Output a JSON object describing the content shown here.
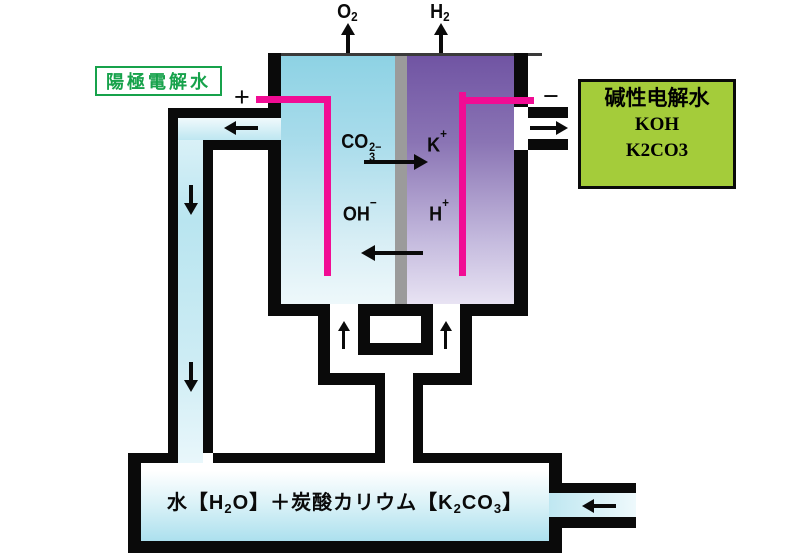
{
  "colors": {
    "electrode_pink": "#f10c94",
    "anode_label_green": "#17a24b",
    "alkaline_box_bg": "#a4cc3a",
    "anolyte_cyan_top": "#8dd2e4",
    "catholyte_purple_top": "#7054a3",
    "membrane_gray": "#9b9b9b",
    "wall_black": "#0a0a0a",
    "tank_cyan_bottom": "#ace0ee"
  },
  "gases": {
    "oxygen": {
      "base": "O",
      "sub": "2"
    },
    "hydrogen": {
      "base": "H",
      "sub": "2"
    }
  },
  "electrodes": {
    "anode_sign": "+",
    "cathode_sign": "−"
  },
  "anode_label": {
    "text": "陽極電解水"
  },
  "alkaline_box": {
    "title": "碱性电解水",
    "line2": "KOH",
    "line3": "K2CO3"
  },
  "ions": {
    "carbonate": {
      "base": "CO",
      "sub": "3",
      "sup": "2−"
    },
    "potassium": {
      "base": "K",
      "sup": "+"
    },
    "hydroxide": {
      "base": "OH",
      "sup": "−"
    },
    "hydron": {
      "base": "H",
      "sup": "+"
    }
  },
  "tank_text": {
    "p1": "水【H",
    "s1": "2",
    "p2": "O】＋炭酸カリウム【K",
    "s2": "2",
    "p3": "CO",
    "s3": "3",
    "p4": "】"
  }
}
